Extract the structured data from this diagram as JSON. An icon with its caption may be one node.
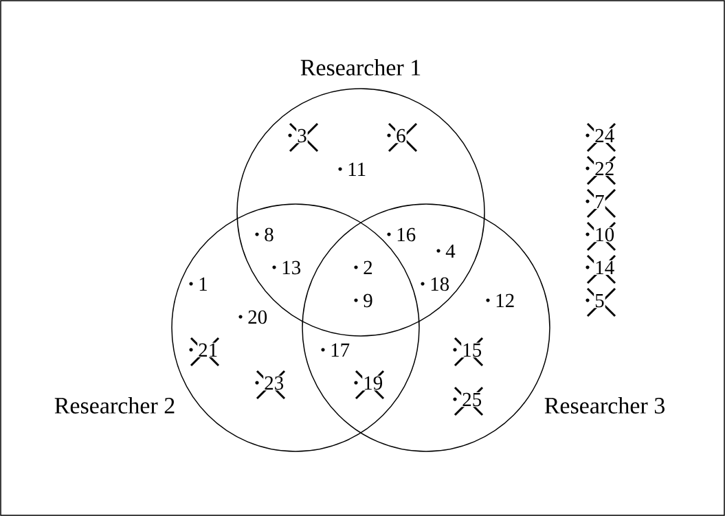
{
  "diagram": {
    "nodes": [
      {
        "text": [
          "Researcher 1"
        ]
      },
      {
        "text": [
          "Researcher 2"
        ]
      },
      {
        "text": [
          "Researcher 3"
        ]
      }
    ],
    "labels": [
      "3",
      "6",
      "24",
      "11",
      "22",
      "7",
      "8",
      "16",
      "10",
      "4",
      "13",
      "2",
      "14",
      "1",
      "18",
      "9",
      "12",
      "5",
      "20",
      "21",
      "17",
      "15",
      "23",
      "19",
      "25"
    ]
  }
}
